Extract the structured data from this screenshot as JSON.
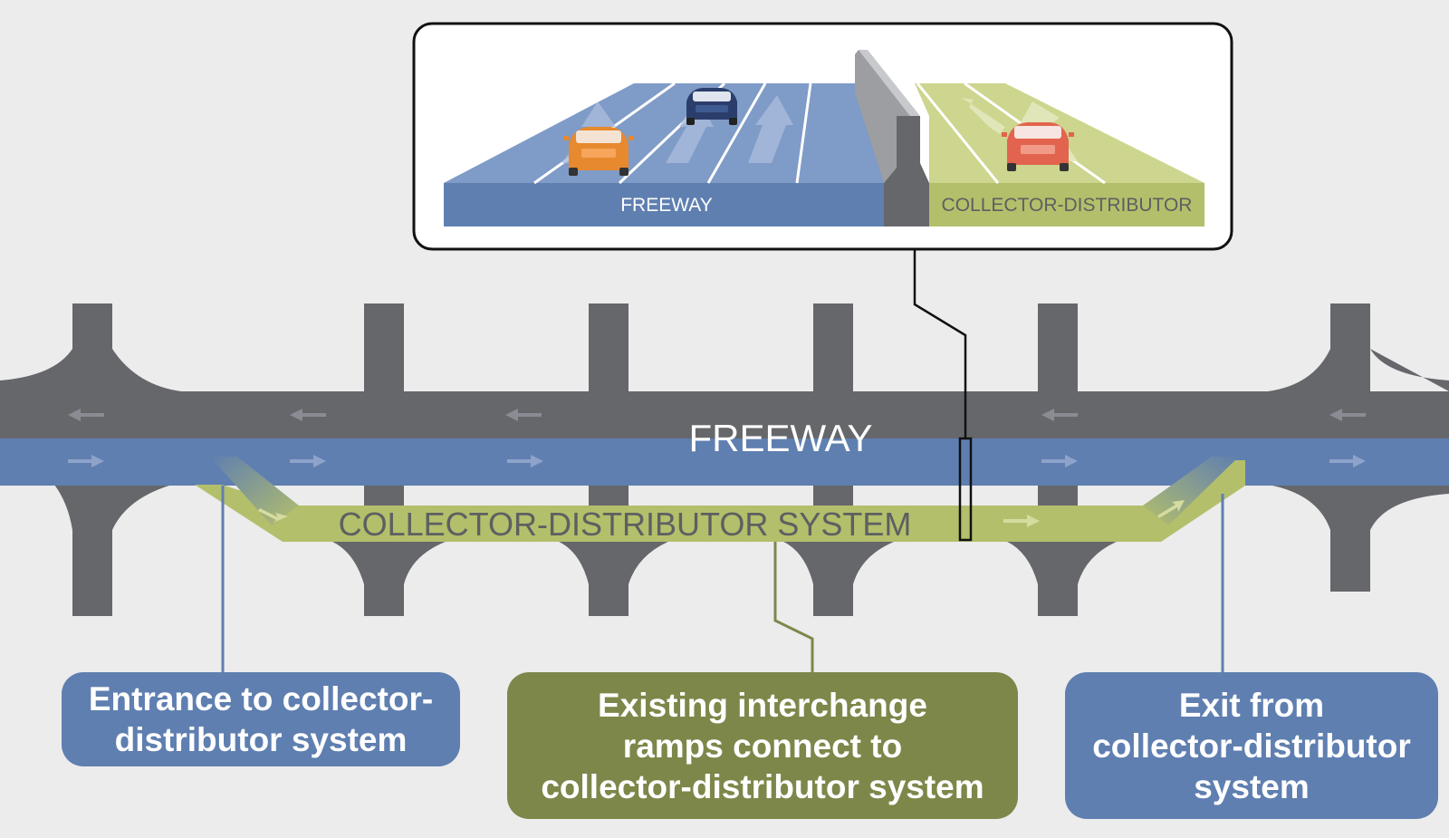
{
  "inset": {
    "freeway_label": "FREEWAY",
    "cd_label": "COLLECTOR-DISTRIBUTOR"
  },
  "main": {
    "freeway_label": "FREEWAY",
    "cd_label": "COLLECTOR-DISTRIBUTOR SYSTEM"
  },
  "callouts": {
    "entrance": "Entrance to collector-\ndistributor system",
    "interchange": "Existing interchange\nramps connect to\ncollector-distributor system",
    "exit": "Exit from\ncollector-distributor\nsystem"
  },
  "colors": {
    "background": "#ececec",
    "road_gray": "#66676b",
    "freeway_blue": "#5f7fb0",
    "cd_green": "#b4bf6b",
    "callout_blue": "#5f7fb0",
    "callout_green": "#7d874a",
    "car_orange": "#e7892e",
    "car_navy": "#2b3e6b",
    "car_red": "#e2644e"
  },
  "icons": [
    "orange-car-icon",
    "navy-car-icon",
    "red-car-icon",
    "lane-arrow-icon"
  ]
}
